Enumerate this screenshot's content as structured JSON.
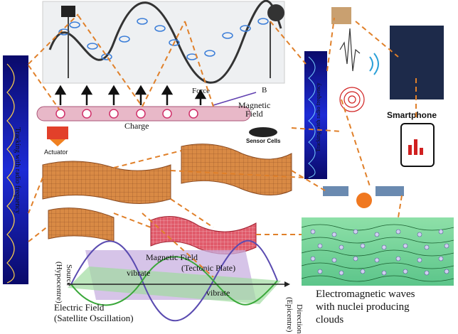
{
  "labels": {
    "force": "Force",
    "b": "B",
    "magnetic_field_1": "Magnetic",
    "magnetic_field_2": "Field",
    "charge": "Charge",
    "actuator": "Actuator",
    "sensor_cells": "Sensor Cells",
    "smartphone": "Smartphone",
    "tracking_left": "Tracking with radio frequency",
    "tracking_right": "Tracking with radio frequency",
    "magnetic_field_tectonic_1": "Magnetic Field",
    "magnetic_field_tectonic_2": "(Tectonic Plate)",
    "vibrate_1": "vibrate",
    "vibrate_2": "vibrate",
    "hypocentre_1": "(Hypocentre)",
    "hypocentre_2": "Source",
    "epicentre_1": "(Epicentre)",
    "epicentre_2": "Direction",
    "electric_field_1": "Electric Field",
    "electric_field_2": "(Satellite Oscillation)",
    "em_waves_1": "Electromagnetic waves",
    "em_waves_2": "with nuclei producing",
    "em_waves_3": "clouds"
  },
  "colors": {
    "dashed_line": "#e0802a",
    "charge_bar": "#e8b8c8",
    "wave_purple": "#5a4bb0",
    "wave_green": "#3aa83a",
    "plate_orange": "#d98a45",
    "plate_red": "#e05060",
    "tracking_blue": "#1d2bd6"
  }
}
